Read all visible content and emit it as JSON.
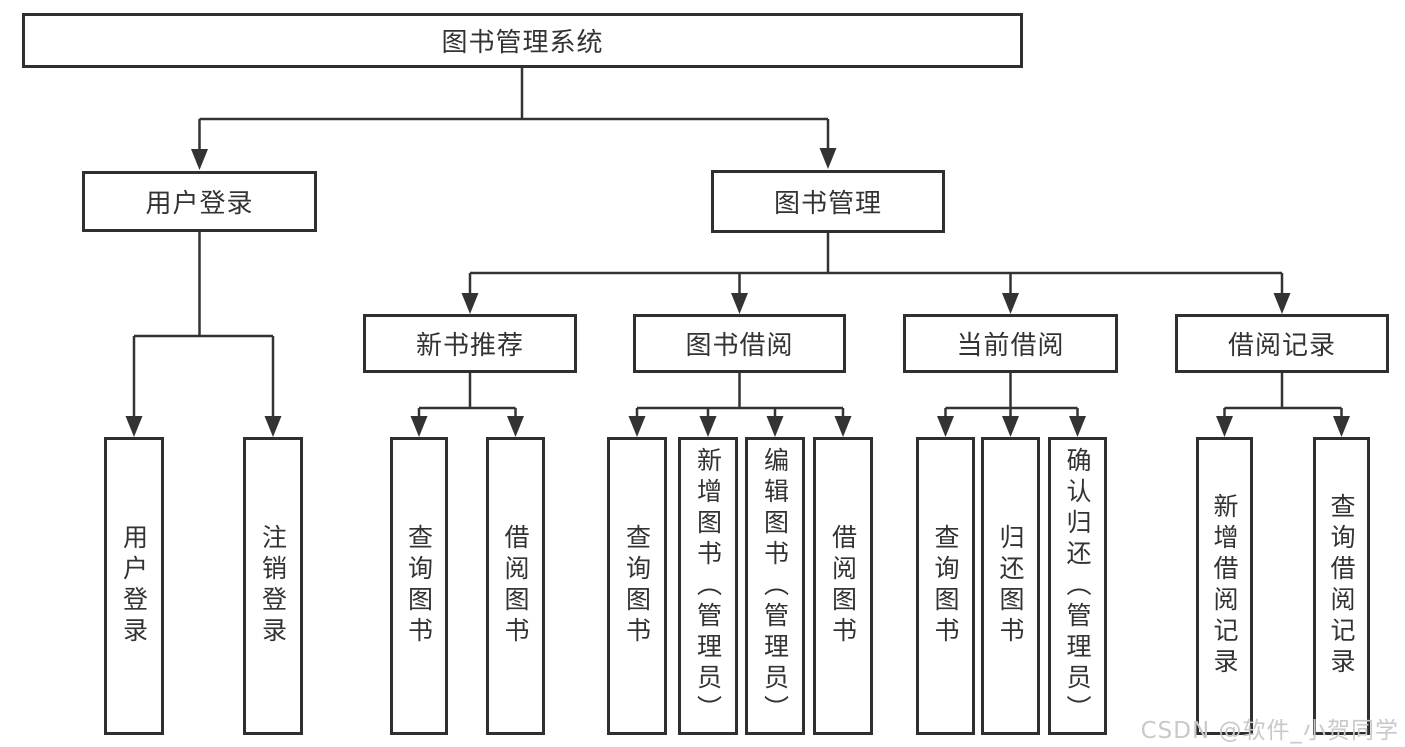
{
  "diagram": {
    "title": "图书管理系统",
    "nodes": {
      "root": {
        "label": "图书管理系统"
      },
      "user_login": {
        "label": "用户登录"
      },
      "book_mgmt": {
        "label": "图书管理"
      },
      "new_book_rec": {
        "label": "新书推荐"
      },
      "book_borrow": {
        "label": "图书借阅"
      },
      "current_borrow": {
        "label": "当前借阅"
      },
      "borrow_record": {
        "label": "借阅记录"
      },
      "leaf_user_login": {
        "label": "用户登录"
      },
      "leaf_logout": {
        "label": "注销登录"
      },
      "leaf_nbr_query_book": {
        "label": "查询图书"
      },
      "leaf_nbr_borrow_book": {
        "label": "借阅图书"
      },
      "leaf_bb_query_book": {
        "label": "查询图书"
      },
      "leaf_bb_add_book": {
        "label": "新增图书（管理员）"
      },
      "leaf_bb_edit_book": {
        "label": "编辑图书（管理员）"
      },
      "leaf_bb_borrow_book": {
        "label": "借阅图书"
      },
      "leaf_cb_query_book": {
        "label": "查询图书"
      },
      "leaf_cb_return_book": {
        "label": "归还图书"
      },
      "leaf_cb_confirm_return": {
        "label": "确认归还（管理员）"
      },
      "leaf_br_add_record": {
        "label": "新增借阅记录"
      },
      "leaf_br_query_record": {
        "label": "查询借阅记录"
      }
    },
    "colors": {
      "line": "#333333",
      "box_border": "#2f2f2f",
      "box_fill": "#ffffff",
      "text": "#333333",
      "watermark_text": "#c9c9c9",
      "background": "#ffffff"
    }
  },
  "watermark": {
    "text": "CSDN @软件_小贺同学"
  }
}
